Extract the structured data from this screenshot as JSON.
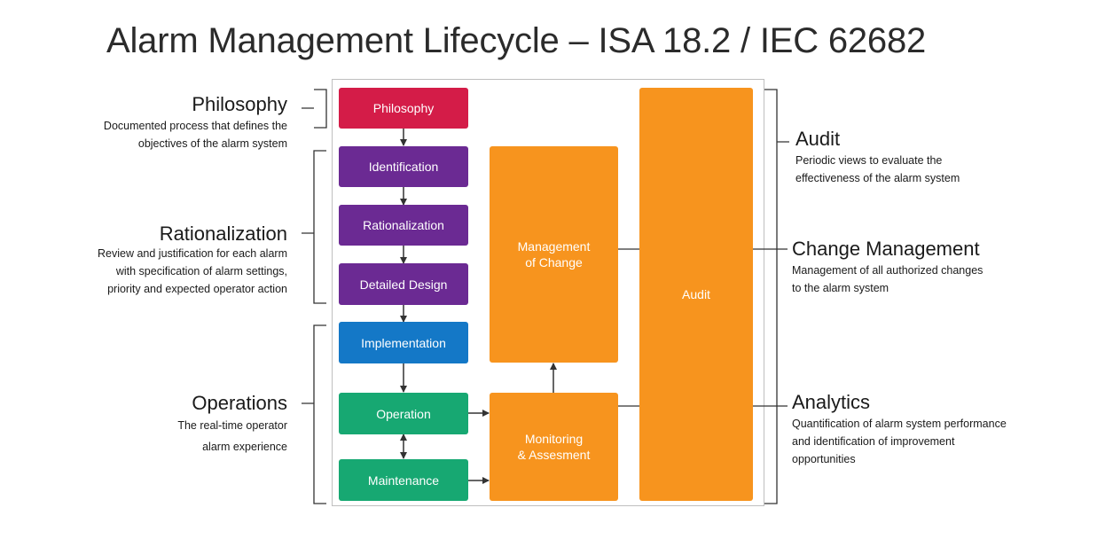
{
  "title": "Alarm Management Lifecycle – ISA 18.2 / IEC 62682",
  "boxes": {
    "philosophy": "Philosophy",
    "identification": "Identification",
    "rationalization": "Rationalization",
    "detailed_design": "Detailed Design",
    "implementation": "Implementation",
    "operation": "Operation",
    "maintenance": "Maintenance",
    "moc_line1": "Management",
    "moc_line2": "of Change",
    "monitoring_line1": "Monitoring",
    "monitoring_line2": "& Assesment",
    "audit": "Audit"
  },
  "left_labels": {
    "philosophy": {
      "heading": "Philosophy",
      "desc1": "Documented process that defines the",
      "desc2": "objectives of the alarm system"
    },
    "rationalization": {
      "heading": "Rationalization",
      "desc1": "Review and justification for each alarm",
      "desc2": "with specification of alarm settings,",
      "desc3": "priority and expected operator action"
    },
    "operations": {
      "heading": "Operations",
      "desc1": "The real-time operator",
      "desc2": "alarm experience"
    }
  },
  "right_labels": {
    "audit": {
      "heading": "Audit",
      "desc1": "Periodic views to evaluate the",
      "desc2": "effectiveness  of the alarm system"
    },
    "change_management": {
      "heading": "Change Management",
      "desc1": "Management of all authorized changes",
      "desc2": "to the alarm system"
    },
    "analytics": {
      "heading": "Analytics",
      "desc1": "Quantification of alarm system performance",
      "desc2": "and identification of improvement",
      "desc3": "opportunities"
    }
  },
  "colors": {
    "philosophy": "#d41c48",
    "purple": "#6b2a93",
    "blue": "#1478c7",
    "green": "#17a872",
    "orange": "#f7941e"
  }
}
